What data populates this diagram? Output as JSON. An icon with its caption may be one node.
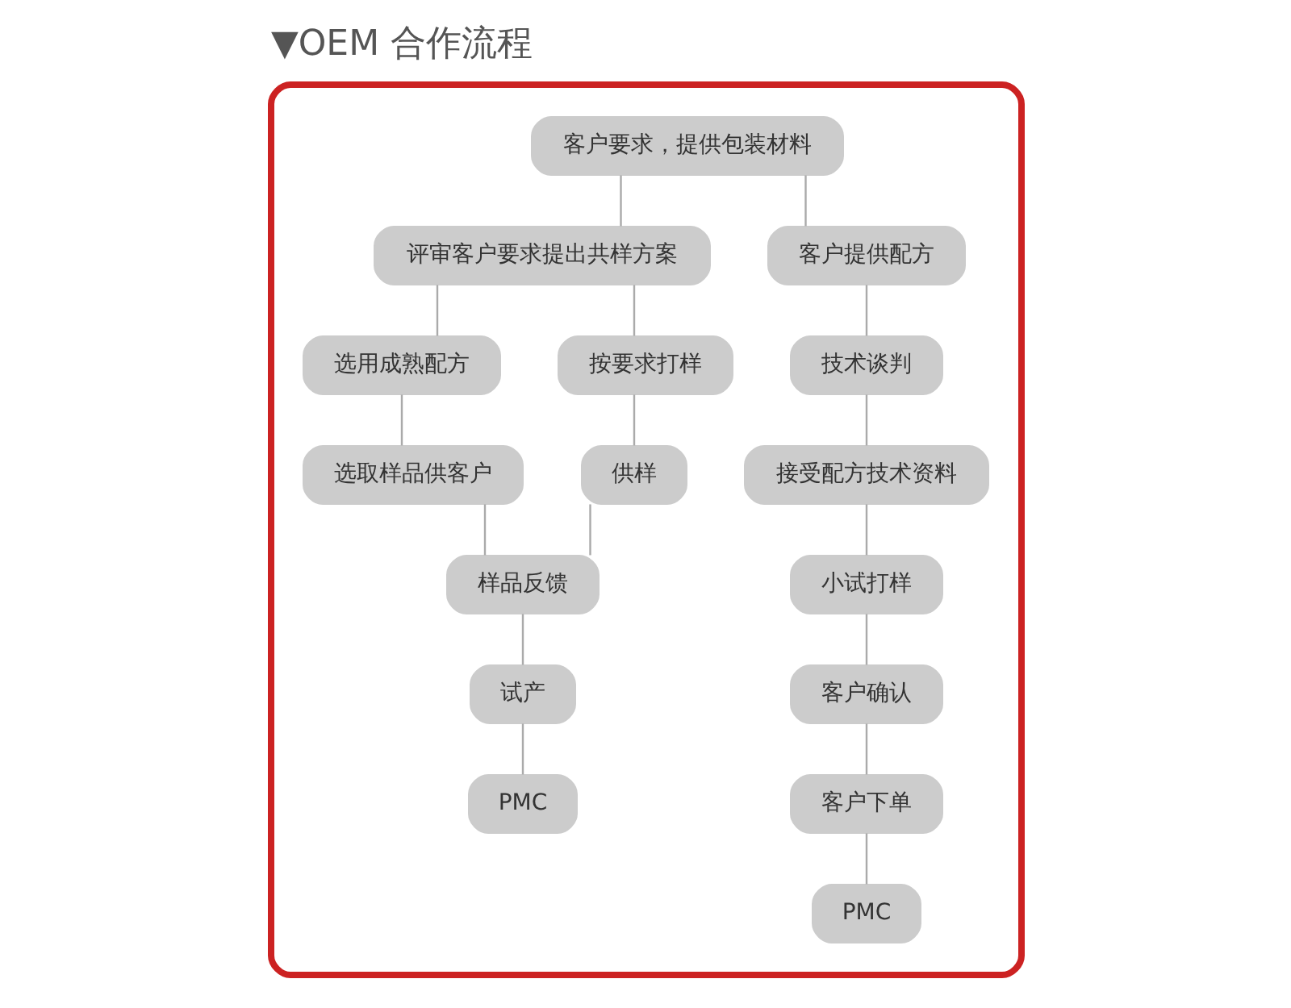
{
  "diagram": {
    "title": "▼OEM 合作流程",
    "nodes": [
      {
        "text": [],
        "shape": "box"
      },
      {
        "text": [
          "客户要求，提供包装材料"
        ],
        "in": 0
      },
      {
        "text": [
          "评审客户要求提出共样方案"
        ],
        "in": 0
      },
      {
        "text": [
          "选用成熟配方"
        ],
        "in": 0
      },
      {
        "text": [
          "按要求打样"
        ],
        "in": 0
      },
      {
        "text": [
          "选取样品供客户"
        ],
        "in": 0
      },
      {
        "text": [
          "供样"
        ],
        "in": 0
      },
      {
        "text": [
          "样品反馈"
        ],
        "in": 0
      },
      {
        "text": [
          "试产"
        ],
        "in": 0
      },
      {
        "text": [
          "PMC"
        ],
        "in": 0
      },
      {
        "text": [
          "客户提供配方"
        ],
        "in": 0
      },
      {
        "text": [
          "技术谈判"
        ],
        "in": 0
      },
      {
        "text": [
          "接受配方技术资料"
        ],
        "in": 0
      },
      {
        "text": [
          "小试打样"
        ],
        "in": 0
      },
      {
        "text": [
          "客户确认"
        ],
        "in": 0
      },
      {
        "text": [
          "客户下单"
        ],
        "in": 0
      },
      {
        "text": [
          "PMC"
        ],
        "in": 0
      }
    ],
    "edges": [
      {
        "from": 1,
        "to": 2,
        "arrow": "none"
      },
      {
        "from": 1,
        "to": 10,
        "arrow": "none"
      },
      {
        "from": 2,
        "to": 3,
        "arrow": "none"
      },
      {
        "from": 2,
        "to": 4,
        "arrow": "none"
      },
      {
        "from": 3,
        "to": 5,
        "arrow": "none"
      },
      {
        "from": 4,
        "to": 6,
        "arrow": "none"
      },
      {
        "from": 5,
        "to": 7,
        "arrow": "none"
      },
      {
        "from": 6,
        "to": 7,
        "arrow": "none"
      },
      {
        "from": 7,
        "to": 8,
        "arrow": "none"
      },
      {
        "from": 8,
        "to": 9,
        "arrow": "none"
      },
      {
        "from": 10,
        "to": 11,
        "arrow": "none"
      },
      {
        "from": 11,
        "to": 12,
        "arrow": "none"
      },
      {
        "from": 12,
        "to": 13,
        "arrow": "none"
      },
      {
        "from": 13,
        "to": 14,
        "arrow": "none"
      },
      {
        "from": 14,
        "to": 15,
        "arrow": "none"
      },
      {
        "from": 15,
        "to": 16,
        "arrow": "none"
      }
    ]
  }
}
